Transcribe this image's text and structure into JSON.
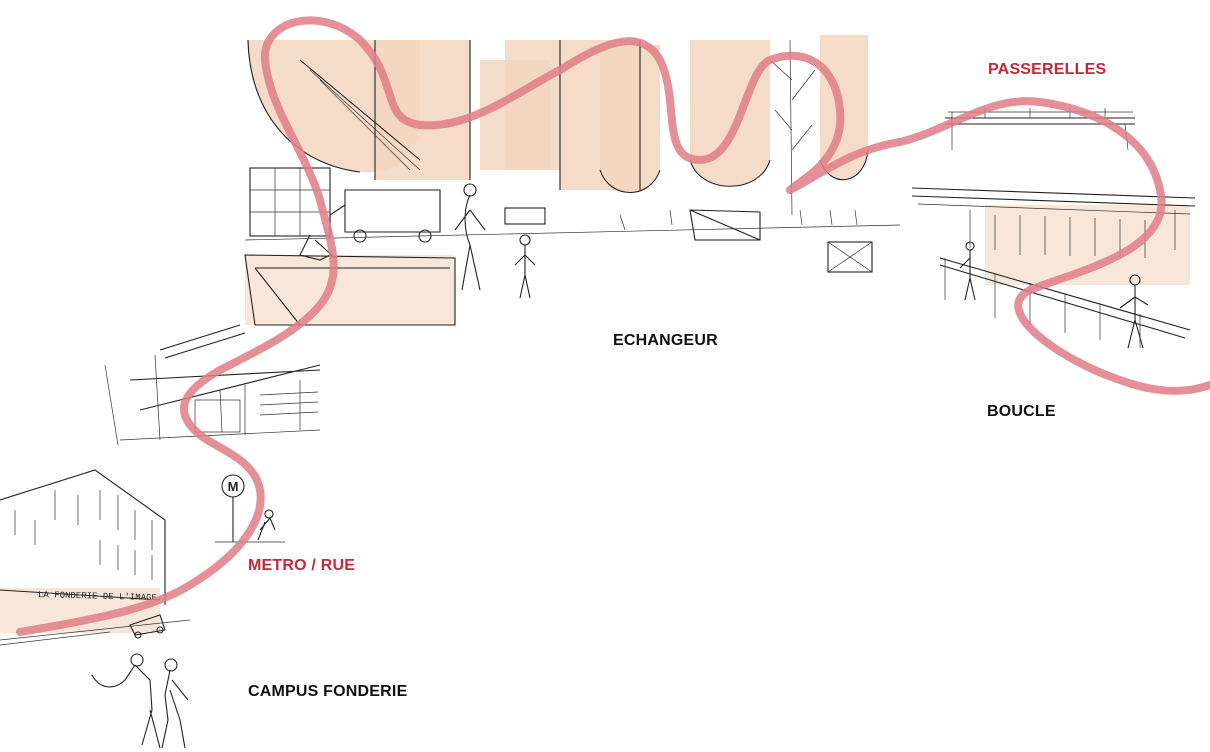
{
  "labels": {
    "passerelles": "PASSERELLES",
    "echangeur": "ECHANGEUR",
    "boucle": "BOUCLE",
    "metro_rue": "METRO / RUE",
    "campus_fonderie": "CAMPUS FONDERIE"
  },
  "sketch_text": {
    "facade_sign": "LA FONDERIE DE L'IMAGE",
    "metro_sign": "M"
  },
  "colors": {
    "path": "#e07d86",
    "label_red": "#c4283b",
    "label_black": "#111111",
    "tint": "#f2d6bf"
  }
}
